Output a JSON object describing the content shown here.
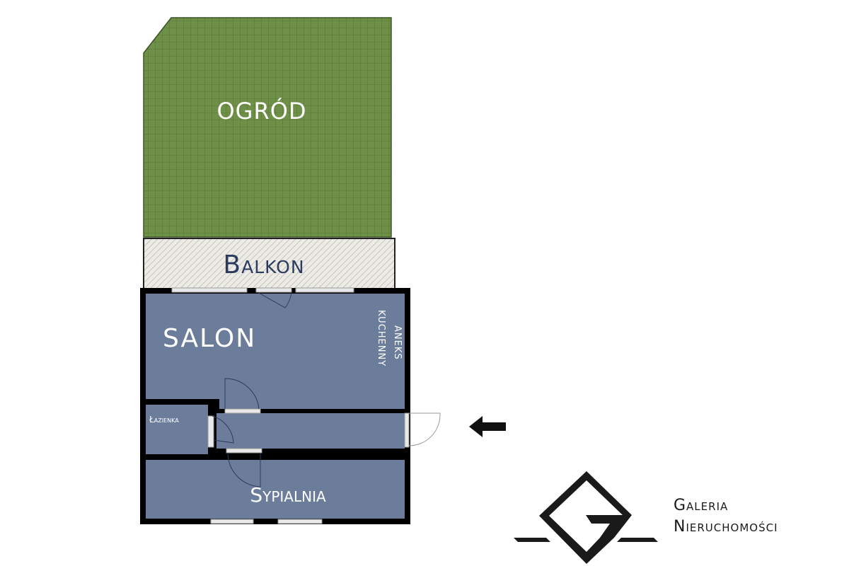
{
  "plan": {
    "garden_label": "OGRÓD",
    "balcony_label": "Balkon",
    "living_room_label": "SALON",
    "kitchenette_label_line1": "ANEKS",
    "kitchenette_label_line2": "KUCHENNY",
    "bathroom_label": "Łazienka",
    "bedroom_label": "Sypialnia"
  },
  "colors": {
    "garden": "#6f9048",
    "rooms": "#6b7d9b",
    "walls": "#000000",
    "balcony_text": "#2b3a5e"
  },
  "logo": {
    "line1": "Galeria",
    "line2": "Nieruchomości"
  }
}
